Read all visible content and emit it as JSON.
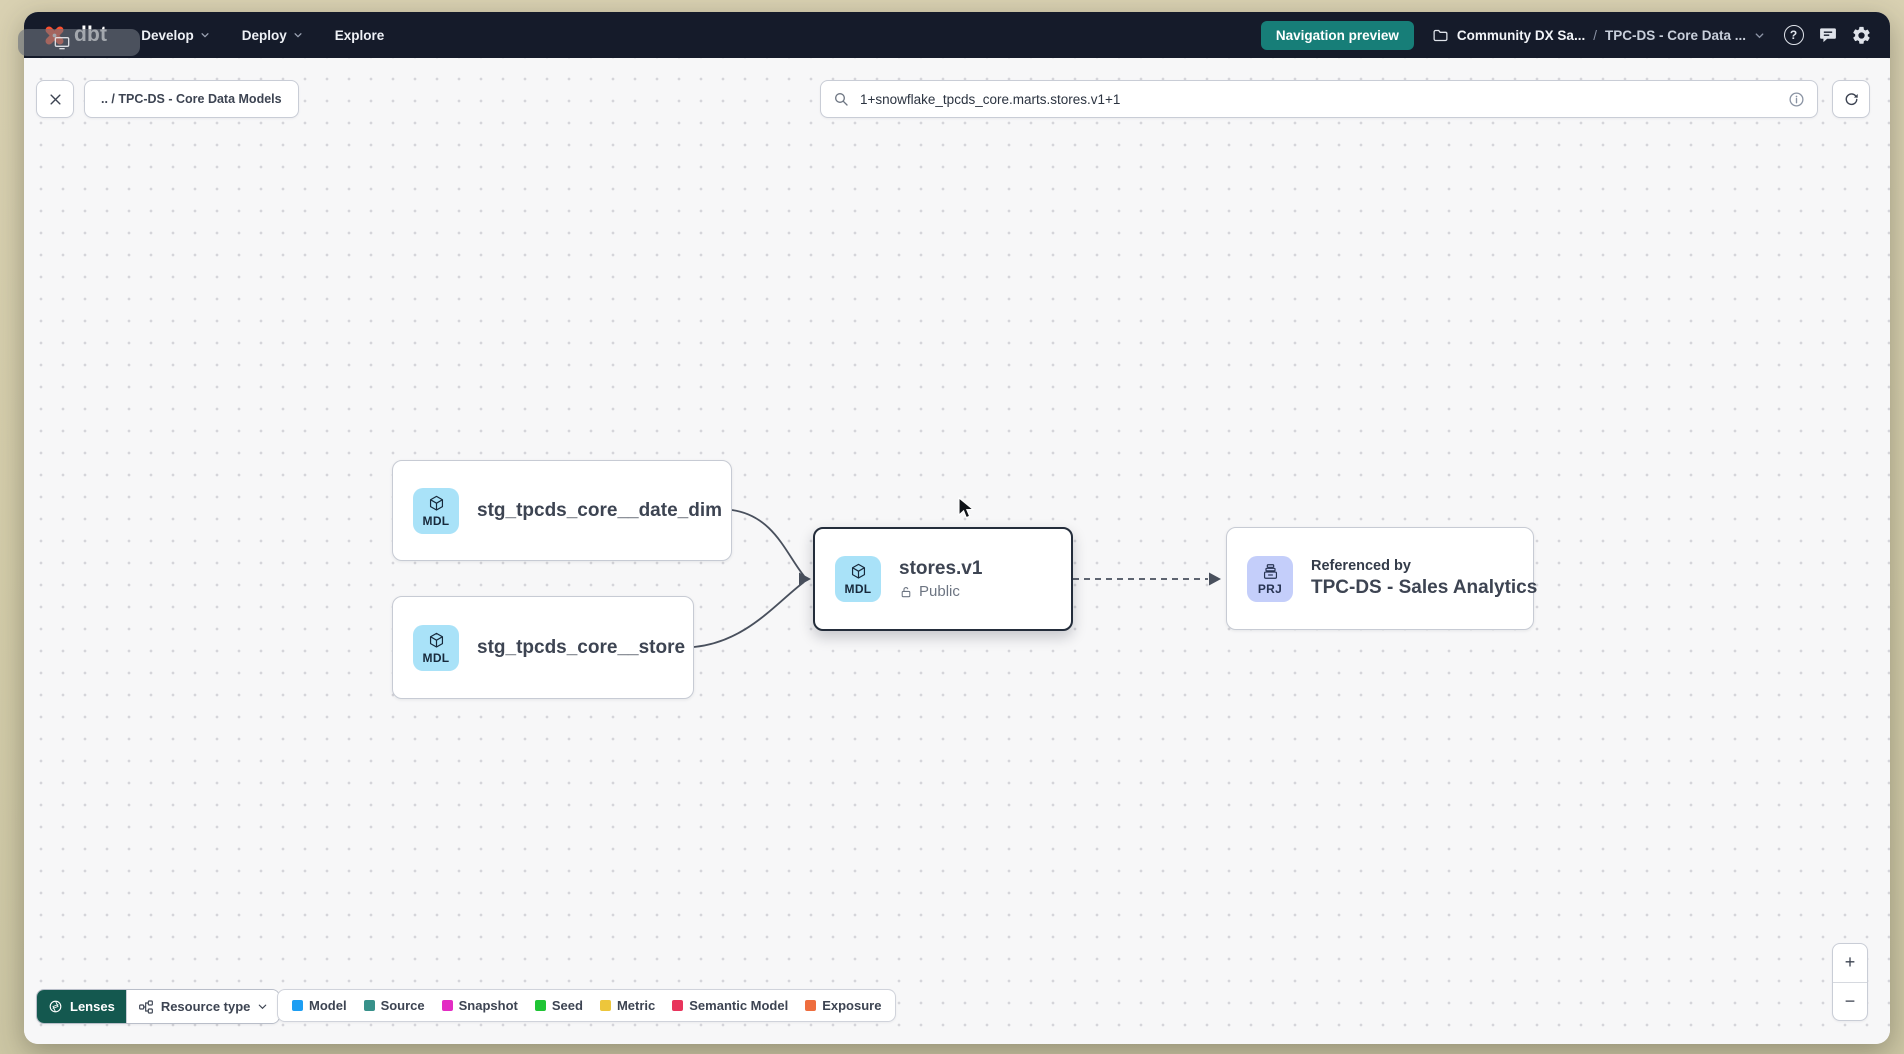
{
  "nav": {
    "brand": "dbt",
    "menu_items": [
      {
        "label": "Develop"
      },
      {
        "label": "Deploy"
      },
      {
        "label": "Explore"
      }
    ],
    "preview_button_label": "Navigation preview",
    "breadcrumb": {
      "project": "Community DX Sa...",
      "separator": "/",
      "page": "TPC-DS - Core Data ..."
    }
  },
  "toolbar": {
    "path_chip_label": ".. / TPC-DS - Core Data Models",
    "search_value": "1+snowflake_tpcds_core.marts.stores.v1+1"
  },
  "graph": {
    "nodes": [
      {
        "badge": "MDL",
        "label": "stg_tpcds_core__date_dim"
      },
      {
        "badge": "MDL",
        "label": "stg_tpcds_core__store"
      },
      {
        "badge": "MDL",
        "label": "stores.v1",
        "visibility": "Public",
        "selected": true
      },
      {
        "badge": "PRJ",
        "kicker": "Referenced by",
        "label": "TPC-DS - Sales Analytics"
      }
    ],
    "edges": [
      {
        "from": "stg_tpcds_core__date_dim",
        "to": "stores.v1",
        "style": "solid"
      },
      {
        "from": "stg_tpcds_core__store",
        "to": "stores.v1",
        "style": "solid"
      },
      {
        "from": "stores.v1",
        "to": "TPC-DS - Sales Analytics",
        "style": "dashed"
      }
    ]
  },
  "footer": {
    "lenses_label": "Lenses",
    "resource_type_label": "Resource type",
    "legend": [
      {
        "label": "Model",
        "color": "#1d9ef3"
      },
      {
        "label": "Source",
        "color": "#38918a"
      },
      {
        "label": "Snapshot",
        "color": "#e32cc3"
      },
      {
        "label": "Seed",
        "color": "#1fc434"
      },
      {
        "label": "Metric",
        "color": "#edc63b"
      },
      {
        "label": "Semantic Model",
        "color": "#e8345c"
      },
      {
        "label": "Exposure",
        "color": "#ee6d3e"
      }
    ]
  },
  "zoom_controls": {
    "zoom_in": "+",
    "zoom_out": "−"
  },
  "colors": {
    "accent_teal": "#177e78",
    "lenses_teal": "#14584f",
    "navbar": "#151b2a",
    "model_badge": "#a9e2f8",
    "project_badge": "#c4cefa",
    "logo_orange": "#ff4f2e"
  }
}
